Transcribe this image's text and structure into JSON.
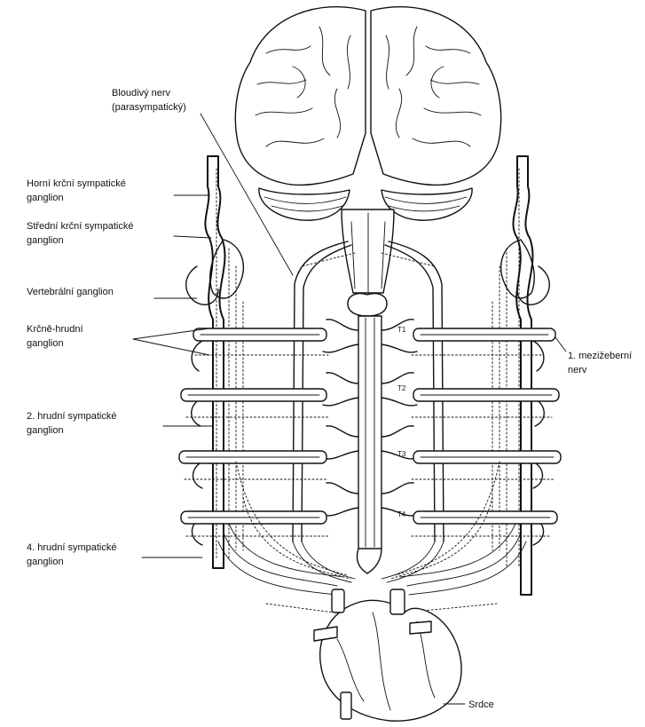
{
  "labels": {
    "vagus_line1": "Bloudivý nerv",
    "vagus_line2": "(parasympatický)",
    "superior_line1": "Horní krční sympatické",
    "superior_line2": "ganglion",
    "middle_line1": "Střední krční sympatické",
    "middle_line2": "ganglion",
    "vertebral": "Vertebrální ganglion",
    "cervicothoracic_line1": "Krčně-hrudní",
    "cervicothoracic_line2": "ganglion",
    "intercostal_line1": "1. mezižeberní",
    "intercostal_line2": "nerv",
    "thoracic2_line1": "2. hrudní sympatické",
    "thoracic2_line2": "ganglion",
    "thoracic4_line1": "4. hrudní sympatické",
    "thoracic4_line2": "ganglion",
    "heart": "Srdce"
  },
  "segments": [
    "T1",
    "T2",
    "T3",
    "T4"
  ]
}
